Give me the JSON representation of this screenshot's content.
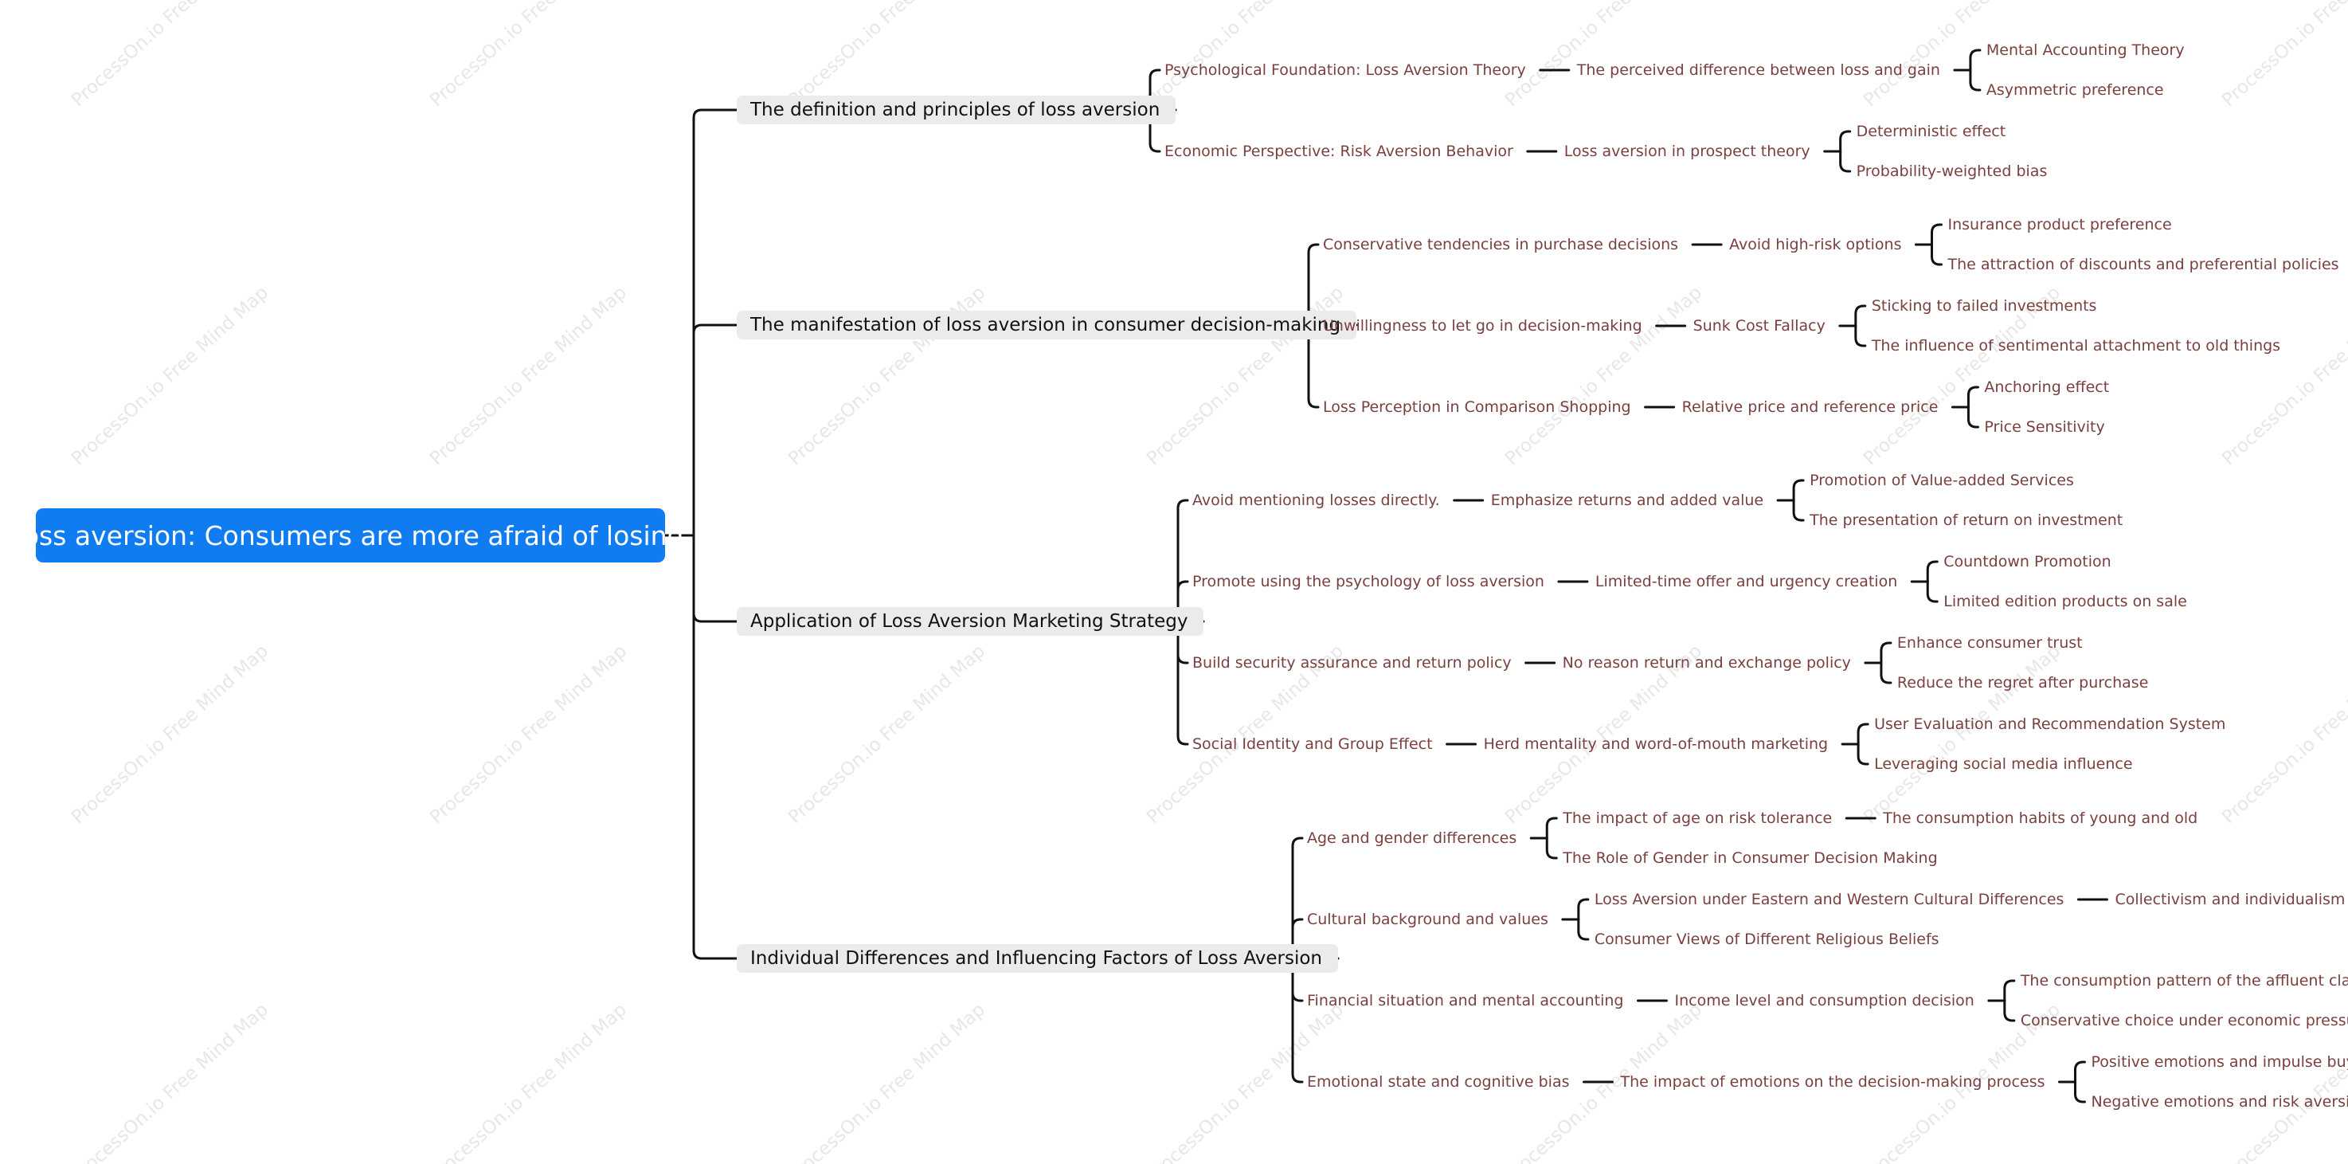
{
  "watermark": "ProcessOn.io Free Mind Map",
  "colors": {
    "root_bg": "#0f7cf1",
    "root_text": "#ffffff",
    "branch_bg": "#ebebeb",
    "branch_text": "#111111",
    "leaf_text": "#7a3f3f",
    "line": "#111111"
  },
  "root": {
    "label": "Loss aversion: Consumers are more afraid of losing."
  },
  "branches": [
    {
      "label": "The definition and principles of loss aversion",
      "children": [
        {
          "label": "Psychological Foundation: Loss Aversion Theory",
          "children": [
            {
              "label": "The perceived difference between loss and gain",
              "children": [
                {
                  "label": "Mental Accounting Theory"
                },
                {
                  "label": "Asymmetric preference"
                }
              ]
            }
          ]
        },
        {
          "label": "Economic Perspective: Risk Aversion Behavior",
          "children": [
            {
              "label": "Loss aversion in prospect theory",
              "children": [
                {
                  "label": "Deterministic effect"
                },
                {
                  "label": "Probability-weighted bias"
                }
              ]
            }
          ]
        }
      ]
    },
    {
      "label": "The manifestation of loss aversion in consumer decision-making",
      "children": [
        {
          "label": "Conservative tendencies in purchase decisions",
          "children": [
            {
              "label": "Avoid high-risk options",
              "children": [
                {
                  "label": "Insurance product preference"
                },
                {
                  "label": "The attraction of discounts and preferential policies"
                }
              ]
            }
          ]
        },
        {
          "label": "Unwillingness to let go in decision-making",
          "children": [
            {
              "label": "Sunk Cost Fallacy",
              "children": [
                {
                  "label": "Sticking to failed investments"
                },
                {
                  "label": "The influence of sentimental attachment to old things"
                }
              ]
            }
          ]
        },
        {
          "label": "Loss Perception in Comparison Shopping",
          "children": [
            {
              "label": "Relative price and reference price",
              "children": [
                {
                  "label": "Anchoring effect"
                },
                {
                  "label": "Price Sensitivity"
                }
              ]
            }
          ]
        }
      ]
    },
    {
      "label": "Application of Loss Aversion Marketing Strategy",
      "children": [
        {
          "label": "Avoid mentioning losses directly.",
          "children": [
            {
              "label": "Emphasize returns and added value",
              "children": [
                {
                  "label": "Promotion of Value-added Services"
                },
                {
                  "label": "The presentation of return on investment"
                }
              ]
            }
          ]
        },
        {
          "label": "Promote using the psychology of loss aversion",
          "children": [
            {
              "label": "Limited-time offer and urgency creation",
              "children": [
                {
                  "label": "Countdown Promotion"
                },
                {
                  "label": "Limited edition products on sale"
                }
              ]
            }
          ]
        },
        {
          "label": "Build security assurance and return policy",
          "children": [
            {
              "label": "No reason return and exchange policy",
              "children": [
                {
                  "label": "Enhance consumer trust"
                },
                {
                  "label": "Reduce the regret after purchase"
                }
              ]
            }
          ]
        },
        {
          "label": "Social Identity and Group Effect",
          "children": [
            {
              "label": "Herd mentality and word-of-mouth marketing",
              "children": [
                {
                  "label": "User Evaluation and Recommendation System"
                },
                {
                  "label": "Leveraging social media influence"
                }
              ]
            }
          ]
        }
      ]
    },
    {
      "label": "Individual Differences and Influencing Factors of Loss Aversion",
      "children": [
        {
          "label": "Age and gender differences",
          "children": [
            {
              "label": "The impact of age on risk tolerance",
              "children": [
                {
                  "label": "The consumption habits of young and old"
                }
              ]
            },
            {
              "label": "The Role of Gender in Consumer Decision Making"
            }
          ]
        },
        {
          "label": "Cultural background and values",
          "children": [
            {
              "label": "Loss Aversion under Eastern and Western Cultural Differences",
              "children": [
                {
                  "label": "Collectivism and individualism"
                }
              ]
            },
            {
              "label": "Consumer Views of Different Religious Beliefs"
            }
          ]
        },
        {
          "label": "Financial situation and mental accounting",
          "children": [
            {
              "label": "Income level and consumption decision",
              "children": [
                {
                  "label": "The consumption pattern of the affluent class"
                },
                {
                  "label": "Conservative choice under economic pressure"
                }
              ]
            }
          ]
        },
        {
          "label": "Emotional state and cognitive bias",
          "children": [
            {
              "label": "The impact of emotions on the decision-making process",
              "children": [
                {
                  "label": "Positive emotions and impulse buying"
                },
                {
                  "label": "Negative emotions and risk aversion"
                }
              ]
            }
          ]
        }
      ]
    }
  ]
}
